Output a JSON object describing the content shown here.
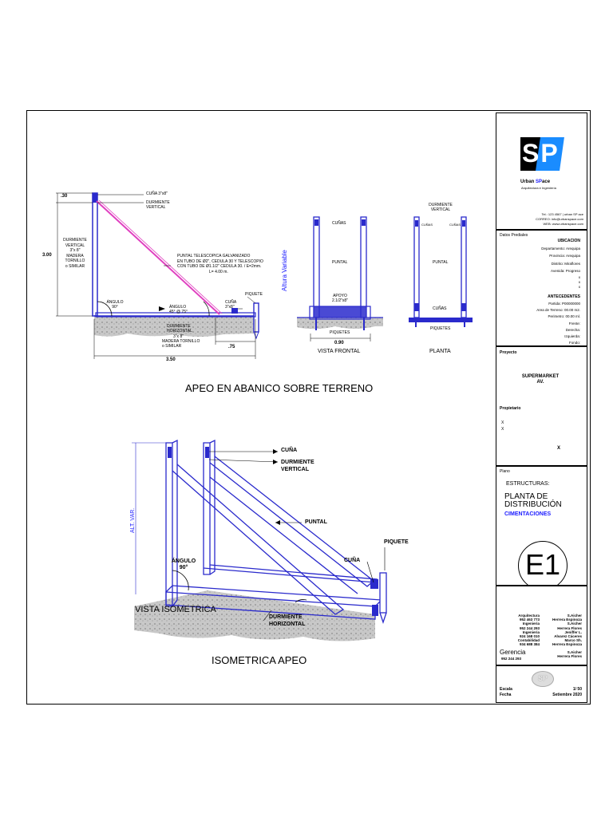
{
  "top_drawing": {
    "dims": {
      "top": ".30",
      "height": "3.00",
      "width": "3.50",
      "right": ".75"
    },
    "labels": {
      "cuna_top": "CUÑA 3\"x8\"",
      "durm_vert_top": "DURMIENTE",
      "durm_vert_top2": "VERTICAL",
      "durm_vert_left": [
        "DURMIENTE",
        "VERTICAL",
        "3\"x 8\"",
        "MADERA",
        "TORNILLO",
        "o SIMILAR"
      ],
      "puntal": [
        "PUNTAL TELESCOPICA GALVANIZADO",
        "EN TUBO DE Ø2\", CEDULA 30 Y TELESCOPIO",
        "CON TUBO DE Ø1.1/2\" CEDULA 30. / E=2mm.",
        "L= 4.00 m."
      ],
      "angulo90": [
        "ÁNGULO",
        "90°"
      ],
      "angulo45": [
        "ÁNGULO",
        "45° @ 75°"
      ],
      "cuna_right": [
        "CUÑA",
        "3\"x8\""
      ],
      "piquete": "PIQUETE",
      "durm_horiz": [
        "DURMIENTE",
        "HORIZONTAL",
        "3\"x 8\"",
        "MADERA TORNILLO",
        "o SIMILAR"
      ]
    },
    "title": "APEO EN ABANICO SOBRE TERRENO"
  },
  "front_view": {
    "side_label": "Altura Variable",
    "cunas": "CUÑAS",
    "puntal": "PUNTAL",
    "apoyo": [
      "APOYO",
      "2.1/2\"x8\""
    ],
    "piquetes": "PIQUETES",
    "dim": "0.90",
    "title": "VISTA FRONTAL"
  },
  "plan_view": {
    "durm": [
      "DURMIENTE",
      "VERTICAL"
    ],
    "cuna_l": "CUÑAS",
    "cuna_r": "CUÑAS",
    "puntal": "PUNTAL",
    "cunas": "CUÑAS",
    "piquetes": "PIQUETES",
    "title": "PLANTA"
  },
  "iso": {
    "cuna": "CUÑA",
    "durm_vert": [
      "DURMIENTE",
      "VERTICAL"
    ],
    "puntal": "PUNTAL",
    "piquete": "PIQUETE",
    "cuna2": "CUÑA",
    "angulo": [
      "ÁNGULO",
      "90°"
    ],
    "alt_var": "ALT. VAR.",
    "vista": "VISTA ISOMETRICA",
    "durm_horiz": [
      "DURMIENTE",
      "HORIZONTAL"
    ],
    "title": "ISOMETRICA APEO"
  },
  "title_block": {
    "logo_name_1": "Urban ",
    "logo_name_2": "SP",
    "logo_name_3": "ace",
    "logo_sub": "Arquitectura e Ingeniería",
    "contact": [
      "Tel.: 123 4567 | urban SP ace",
      "CORREO: info@urbanspace.com",
      "WEB: www.urbanspace.com"
    ],
    "datos_prediales": "Datos Prediales",
    "ubicacion": "UBICACION",
    "ubic_rows": [
      "Departamento: Arequipa",
      "Provincia: Arequipa",
      "Distrito: Miraflores",
      "Avenida: Progreso",
      "x",
      "x",
      "x"
    ],
    "antecedentes": "ANTECEDENTES",
    "ante_rows": [
      "Partida: P00000000",
      "Area de Terreno: 00.00 m2.",
      "Perimetro: 00.00 ml.",
      "Frente:",
      "Derecha:",
      "Izquierda:",
      "Fondo:"
    ],
    "proyecto": "Proyecto",
    "proyecto_val": [
      "SUPERMARKET",
      "AV."
    ],
    "propietario": "Propietario",
    "prop_x": [
      "X",
      "X"
    ],
    "prop_x2": "X",
    "plano": "Plano",
    "estructuras": "ESTRUCTURAS:",
    "planta": [
      "PLANTA DE",
      "DISTRIBUCIÓN"
    ],
    "cimentaciones": "CIMENTACIONES",
    "sheet_code": "E1",
    "team": [
      {
        "role": "Arquitectura",
        "phone": "952 463 773",
        "name": "S.Aicher",
        "sub": "Herrera Espinoza"
      },
      {
        "role": "Ingenieria",
        "phone": "952 244 293",
        "name": "S.Aicher",
        "sub": "Herrera Flores"
      },
      {
        "role": "Ingenieria",
        "phone": "924 168 010",
        "name": "Jeniffer L.",
        "sub": "Alvarez Cáceres"
      },
      {
        "role": "Contabilidad",
        "phone": "934 688 384",
        "name": "Marco Sh.",
        "sub": "Herrera Espinoza"
      }
    ],
    "gerencia": "Gerencia",
    "gerencia_phone": "952 244 293",
    "gerencia_name": "S.Aicher",
    "gerencia_sub": "Herrera Flores",
    "escala_label": "Escala",
    "fecha_label": "Fecha",
    "escala_val": "1/ 50",
    "fecha_val": "Setiembre 2020",
    "mini_logo": "SP"
  },
  "colors": {
    "line": "#2a2acc",
    "puntal": "#e040c0",
    "ground": "#b0b0b0",
    "accent": "#1a1aff"
  }
}
